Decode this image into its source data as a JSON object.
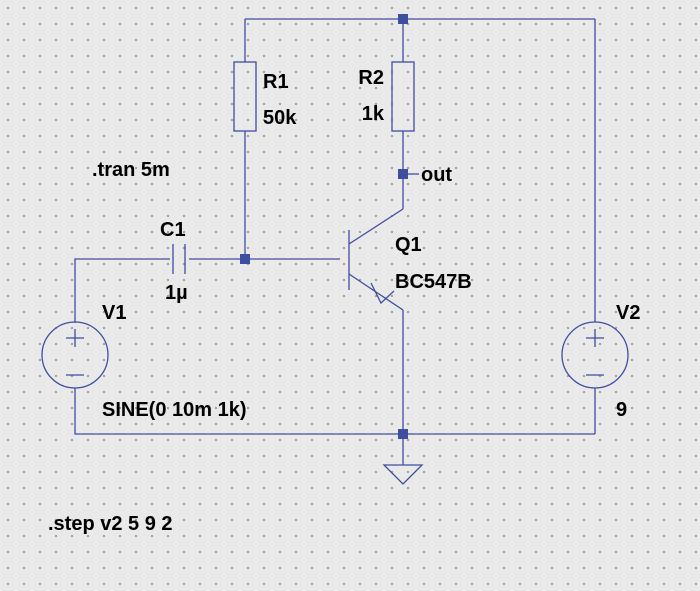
{
  "colors": {
    "background": "#e9e9e9",
    "grid_dot": "#8a8a8a",
    "wire": "#3f4fa0",
    "text": "#000000"
  },
  "components": {
    "r1": {
      "name": "R1",
      "value": "50k"
    },
    "r2": {
      "name": "R2",
      "value": "1k"
    },
    "c1": {
      "name": "C1",
      "value": "1µ"
    },
    "q1": {
      "name": "Q1",
      "value": "BC547B"
    },
    "v1": {
      "name": "V1",
      "value": "SINE(0 10m 1k)"
    },
    "v2": {
      "name": "V2",
      "value": "9"
    }
  },
  "net_labels": {
    "out": "out"
  },
  "directives": {
    "tran": ".tran 5m",
    "step": ".step v2 5 9 2"
  },
  "icons": {
    "voltage_source": "circle-plus-minus",
    "ground": "ground-triangle",
    "resistor": "rectangle",
    "capacitor": "parallel-plates",
    "transistor": "npn-bjt"
  }
}
